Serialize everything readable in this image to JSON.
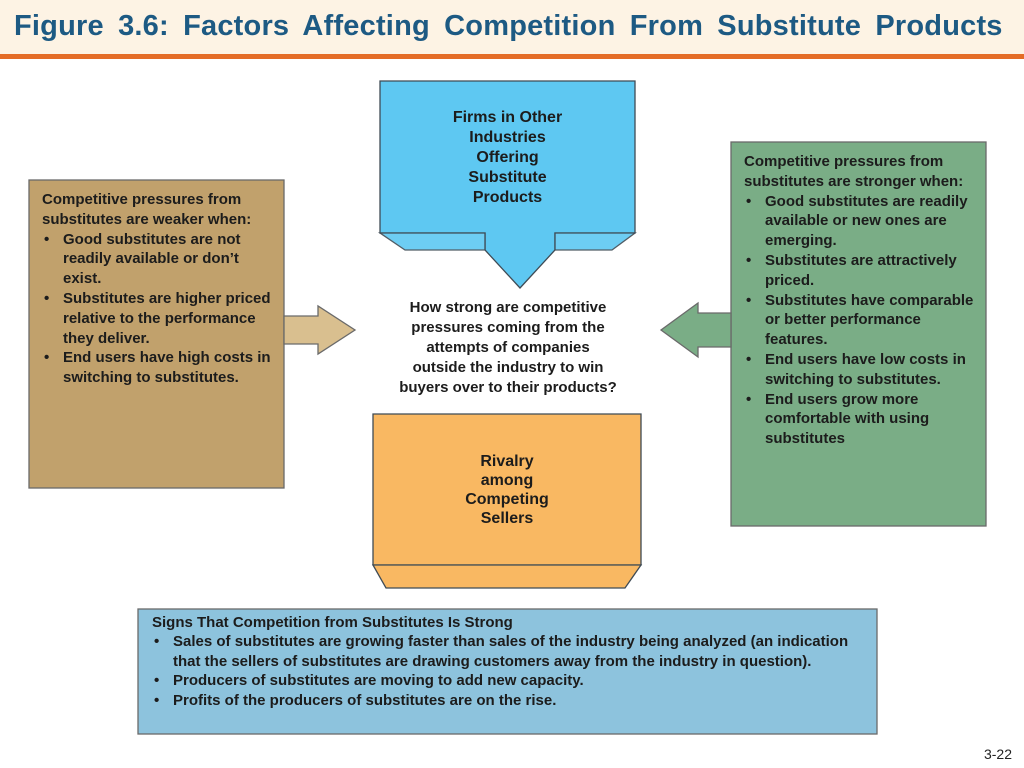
{
  "title": "Figure  3.6:  Factors  Affecting  Competition  From  Substitute  Products",
  "page_number": "3-22",
  "top_node": {
    "lines": [
      "Firms in Other",
      "Industries",
      "Offering",
      "Substitute",
      "Products"
    ]
  },
  "bottom_node": {
    "lines": [
      "Rivalry",
      "among",
      "Competing",
      "Sellers"
    ]
  },
  "center_question": {
    "lines": [
      "How strong are competitive",
      "pressures coming from the",
      "attempts of companies",
      "outside the industry to win",
      "buyers over to their products?"
    ]
  },
  "weaker_box": {
    "heading": "Competitive pressures from substitutes are weaker when:",
    "items": [
      "Good substitutes are not readily available or don’t exist.",
      "Substitutes are higher priced relative to the performance they deliver.",
      "End users have high costs in switching to substitutes."
    ]
  },
  "stronger_box": {
    "heading": "Competitive pressures from substitutes are stronger when:",
    "items": [
      "Good substitutes are readily available or new ones are emerging.",
      "Substitutes are attractively priced.",
      "Substitutes have comparable or better performance features.",
      "End users have low costs in switching to substitutes.",
      "End users grow more comfortable with using substitutes"
    ]
  },
  "signs_box": {
    "heading": "Signs That Competition from Substitutes Is Strong",
    "items": [
      "Sales of substitutes are growing faster than sales of the industry being analyzed (an indication that the sellers of substitutes are drawing customers away from the industry in question).",
      "Producers of substitutes are moving to add new capacity.",
      "Profits of the producers of substitutes are on the rise."
    ]
  },
  "colors": {
    "title_text": "#1d5a83",
    "title_rule": "#e46c26",
    "title_bg": "#fdf3e4",
    "top_node_fill": "#5ec8f2",
    "bottom_node_fill": "#f9b862",
    "weaker_fill": "#c1a16c",
    "weaker_arrow_fill": "#d9bf8f",
    "stronger_fill": "#7aad86",
    "stronger_arrow_fill": "#7aad86",
    "signs_fill": "#8dc3dd"
  }
}
